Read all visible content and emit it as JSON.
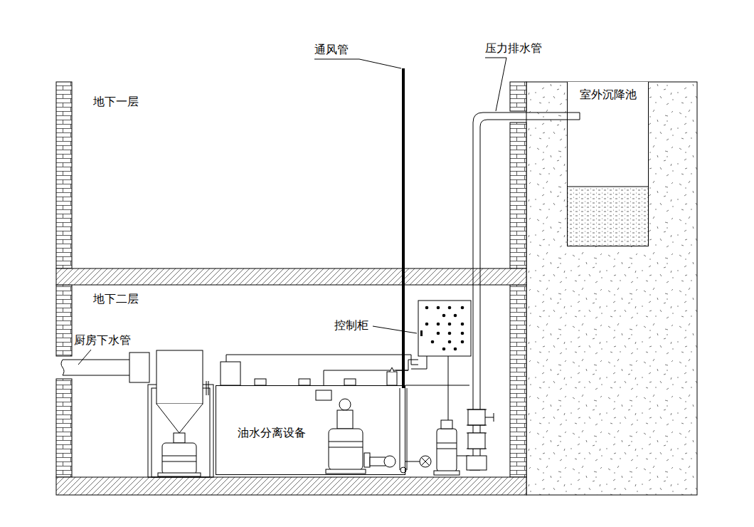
{
  "diagram": {
    "nodes": [
      {
        "text": [
          "地下一层"
        ]
      },
      {
        "text": [
          "地下二层"
        ]
      },
      {
        "text": [
          "油水分离设备"
        ],
        "in": 1
      },
      {
        "text": [
          "室外沉降池"
        ]
      }
    ],
    "labels": [
      "通风管",
      "压力排水管",
      "控制柜",
      "厨房下水管"
    ]
  }
}
